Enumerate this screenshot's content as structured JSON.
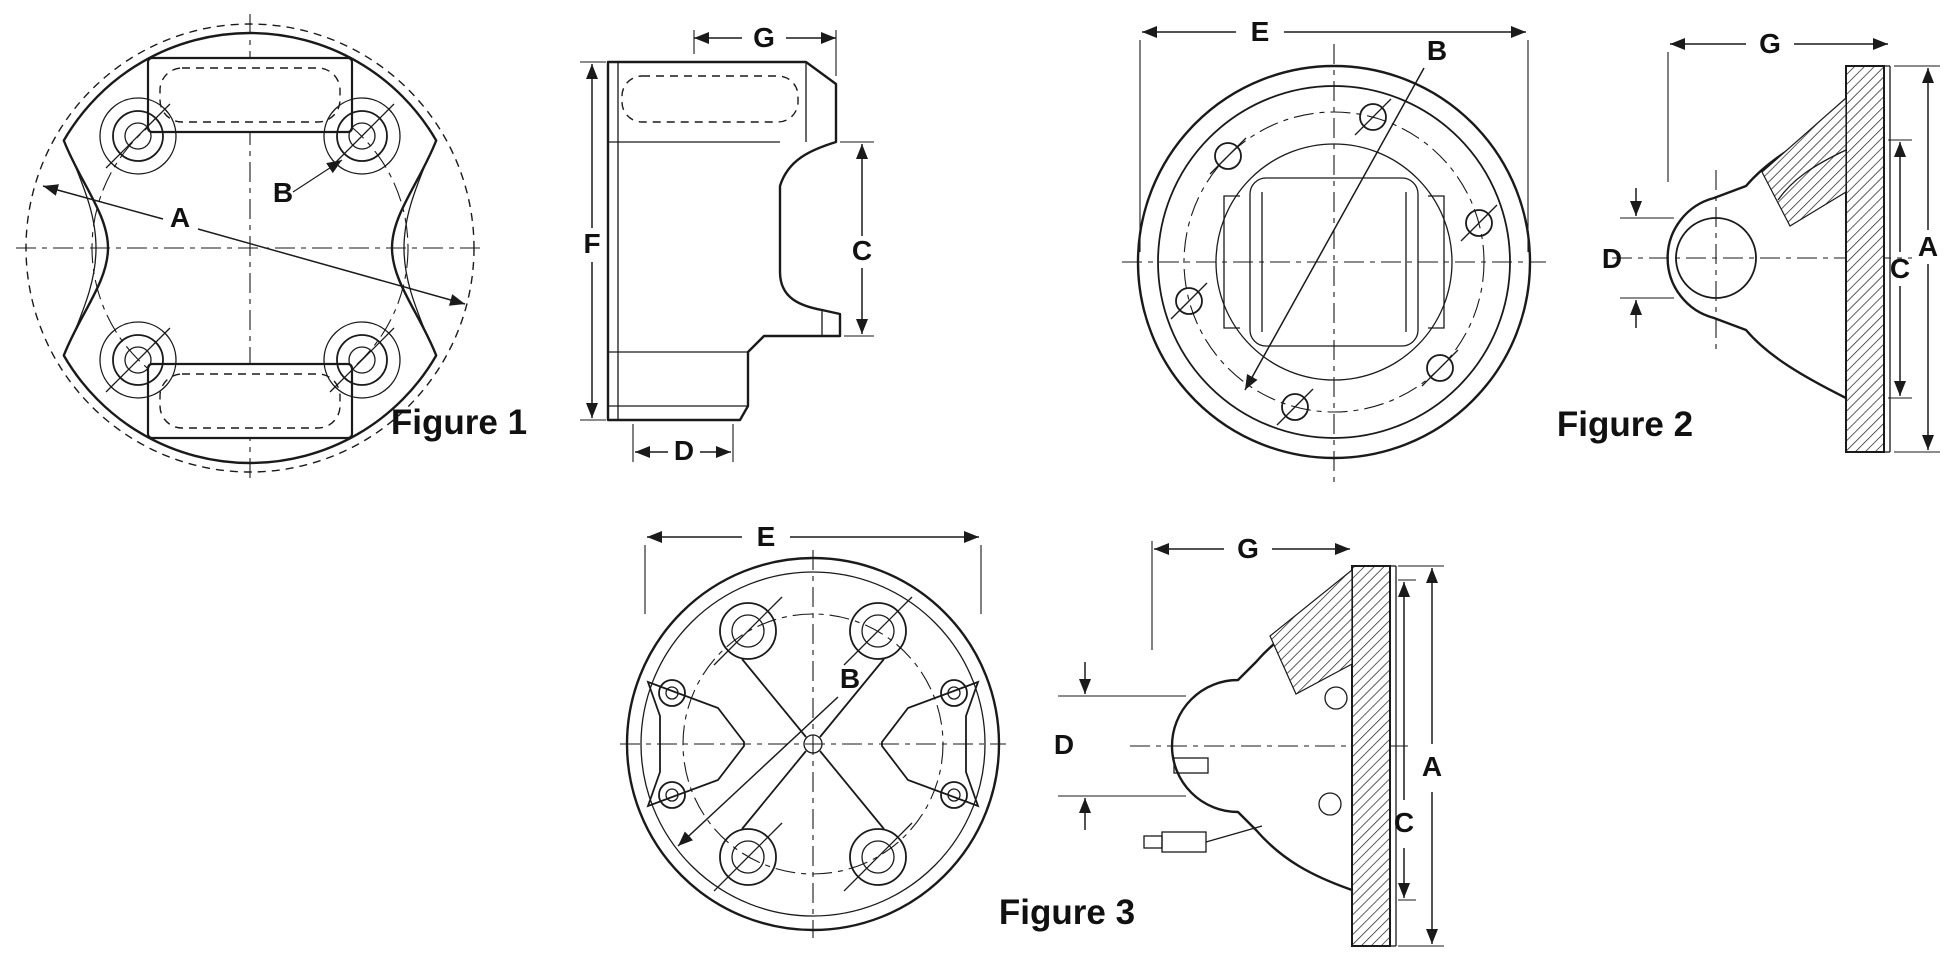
{
  "colors": {
    "background": "#ffffff",
    "line": "#1a1a1a",
    "text": "#111111"
  },
  "figures": [
    {
      "caption": "Figure 1",
      "labels": {
        "A": "A",
        "B": "B",
        "C": "C",
        "D": "D",
        "F": "F",
        "G": "G"
      }
    },
    {
      "caption": "Figure 2",
      "labels": {
        "A": "A",
        "B": "B",
        "C": "C",
        "D": "D",
        "E": "E",
        "G": "G"
      }
    },
    {
      "caption": "Figure 3",
      "labels": {
        "A": "A",
        "B": "B",
        "C": "C",
        "D": "D",
        "E": "E",
        "G": "G"
      }
    }
  ]
}
